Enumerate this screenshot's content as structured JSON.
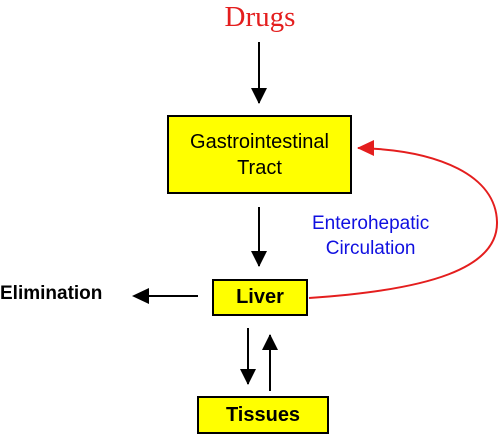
{
  "colors": {
    "title": "#e41e1e",
    "box_fill": "#ffff00",
    "box_border": "#000000",
    "arrow": "#000000",
    "circulation_arrow": "#e41e1e",
    "circulation_text": "#1010e0"
  },
  "nodes": {
    "drugs": "Drugs",
    "gi_line1": "Gastrointestinal",
    "gi_line2": "Tract",
    "liver": "Liver",
    "tissues": "Tissues"
  },
  "labels": {
    "elimination": "Elimination",
    "ehc_line1": "Enterohepatic",
    "ehc_line2": "Circulation"
  }
}
